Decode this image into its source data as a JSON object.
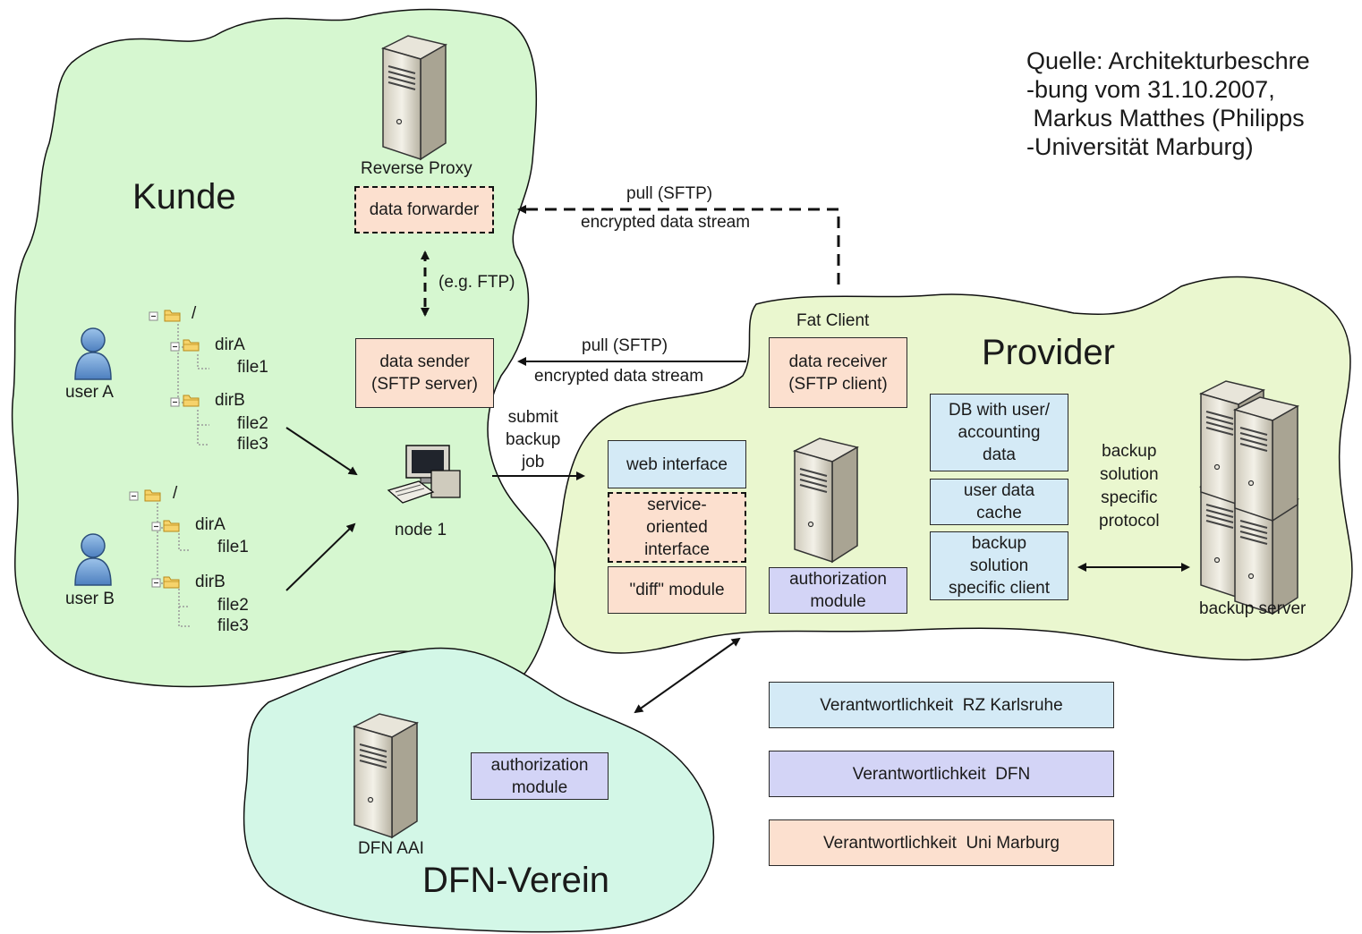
{
  "source_note": [
    "Quelle: Architekturbeschre",
    "-bung vom 31.10.2007,",
    " Markus Matthes (Philipps",
    "-Universität Marburg)"
  ],
  "zones": {
    "kunde": "Kunde",
    "provider": "Provider",
    "dfn": "DFN-Verein"
  },
  "kunde": {
    "reverse_proxy_label": "Reverse Proxy",
    "data_forwarder": "data forwarder",
    "eg_ftp": "(e.g. FTP)",
    "data_sender": "data sender\n(SFTP server)",
    "user_a": "user A",
    "user_b": "user B",
    "node_label": "node 1",
    "tree_a": {
      "root": "/",
      "dirA": "dirA",
      "file1": "file1",
      "dirB": "dirB",
      "file2": "file2",
      "file3": "file3"
    },
    "tree_b": {
      "root": "/",
      "dirA": "dirA",
      "file1": "file1",
      "dirB": "dirB",
      "file2": "file2",
      "file3": "file3"
    }
  },
  "arrows": {
    "pull_top_1": "pull (SFTP)",
    "pull_top_2": "encrypted data stream",
    "pull_mid_1": "pull (SFTP)",
    "pull_mid_2": "encrypted data stream",
    "submit": "submit\nbackup\njob",
    "backup_protocol": "backup\nsolution\nspecific\nprotocol"
  },
  "provider": {
    "fat_client": "Fat Client",
    "data_receiver": "data receiver\n(SFTP client)",
    "web_interface": "web interface",
    "soi": "service-\noriented\ninterface",
    "diff": "\"diff\" module",
    "authorization": "authorization\nmodule",
    "db": "DB with user/\naccounting\ndata",
    "cache": "user data\ncache",
    "backup_client": "backup\nsolution\nspecific client",
    "backup_server": "backup server"
  },
  "dfn": {
    "aai": "DFN AAI",
    "authorization": "authorization\nmodule"
  },
  "legend": {
    "rz": "Verantwortlichkeit  RZ Karlsruhe",
    "dfn": "Verantwortlichkeit  DFN",
    "uni": "Verantwortlichkeit  Uni Marburg"
  },
  "colors": {
    "kunde_bg": "#d6f7d0",
    "provider_bg": "#eaf7cf",
    "dfn_bg": "#d3f7e7",
    "peach": "#fce0cf",
    "blue": "#d4eaf6",
    "lavender": "#d3d4f6"
  }
}
